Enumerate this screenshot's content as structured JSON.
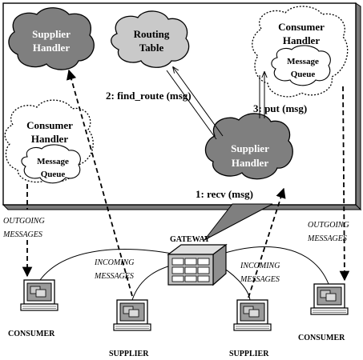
{
  "colors": {
    "panel_shadow": "#7a7a7a",
    "cloud_dark": "#7f7f7f",
    "cloud_light": "#c9c9c9",
    "gateway_fill": "#bfbfbf",
    "screen_fill": "#9a9a9a"
  },
  "handlers": {
    "supplier_top_left": [
      "Supplier",
      "Handler"
    ],
    "routing_table": [
      "Routing",
      "Table"
    ],
    "consumer_top_right": [
      "Consumer",
      "Handler"
    ],
    "consumer_top_right_queue": [
      "Message",
      "Queue"
    ],
    "consumer_left": [
      "Consumer",
      "Handler"
    ],
    "consumer_left_queue": [
      "Message",
      "Queue"
    ],
    "supplier_center": [
      "Supplier",
      "Handler"
    ]
  },
  "steps": {
    "find_route": "2: find_route (msg)",
    "put": "3: put (msg)",
    "recv": "1: recv (msg)"
  },
  "gateway_label": "GATEWAY",
  "flows": {
    "outgoing_left": [
      "OUTGOING",
      "MESSAGES"
    ],
    "outgoing_right": [
      "OUTGOING",
      "MESSAGES"
    ],
    "incoming_left": [
      "INCOMING",
      "MESSAGES"
    ],
    "incoming_right": [
      "INCOMING",
      "MESSAGES"
    ]
  },
  "devices": {
    "consumer_left": "CONSUMER",
    "supplier_left": "SUPPLIER",
    "supplier_right": "SUPPLIER",
    "consumer_right": "CONSUMER"
  },
  "icons": {
    "gateway": "server-box-icon",
    "terminal": "computer-terminal-icon"
  }
}
